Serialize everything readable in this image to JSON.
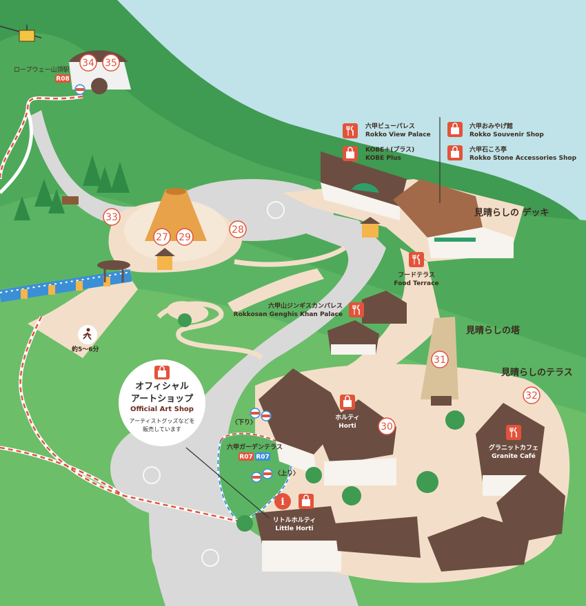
{
  "colors": {
    "sky": "#bfe3e8",
    "grass_dark": "#3f9a52",
    "grass": "#5bb463",
    "grass_light": "#7ac26e",
    "path": "#f3dfc9",
    "road": "#d9d9d9",
    "roof": "#6b4e41",
    "accent": "#e2533b",
    "ropeway_blue": "#3b8fd6"
  },
  "stations": {
    "ropeway": {
      "name": "ロープウェー山頂駅",
      "code": "R08"
    },
    "garden_terrace": {
      "name": "六甲ガーデンテラス",
      "code_left": "R07",
      "code_right": "R07"
    },
    "down_label": "〈下り〉",
    "up_label": "〈上り〉"
  },
  "walk": {
    "label": "約5〜6分",
    "icon": "walker-icon"
  },
  "numbers": [
    "34",
    "35",
    "33",
    "27",
    "29",
    "28",
    "31",
    "32",
    "30"
  ],
  "facilities": {
    "view_palace": {
      "ja": "六甲ビューパレス",
      "en": "Rokko View Palace",
      "icon": "restaurant-icon"
    },
    "kobe_plus": {
      "ja": "KOBE＋(プラス)",
      "en": "KOBE Plus",
      "icon": "shopping-bag-icon"
    },
    "souvenir": {
      "ja": "六甲おみやげ館",
      "en": "Rokko Souvenir Shop",
      "icon": "shopping-bag-icon"
    },
    "stone_shop": {
      "ja": "六甲石ころ亭",
      "en": "Rokko Stone Accessories Shop",
      "icon": "shopping-bag-icon"
    },
    "food_terrace": {
      "ja": "フードテラス",
      "en": "Food Terrace",
      "icon": "restaurant-icon"
    },
    "genghis": {
      "ja": "六甲山ジンギスカンパレス",
      "en": "Rokkosan Genghis Khan Palace",
      "icon": "restaurant-icon"
    },
    "horti": {
      "ja": "ホルティ",
      "en": "Horti",
      "icon": "shopping-bag-icon"
    },
    "granite": {
      "ja": "グラニットカフェ",
      "en": "Granite Café",
      "icon": "restaurant-icon"
    },
    "little_horti": {
      "ja": "リトルホルティ",
      "en": "Little Horti",
      "icon": "shopping-bag-icon"
    },
    "info_icon": "info-icon"
  },
  "viewpoints": {
    "deck": "見晴らしの デッキ",
    "tower": "見晴らしの塔",
    "terrace": "見晴らしのテラス"
  },
  "official_shop": {
    "line1": "オフィシャル",
    "line2": "アートショップ",
    "en": "Official Art Shop",
    "desc1": "アーティストグッズなどを",
    "desc2": "販売しています",
    "icon": "shopping-bag-icon"
  }
}
